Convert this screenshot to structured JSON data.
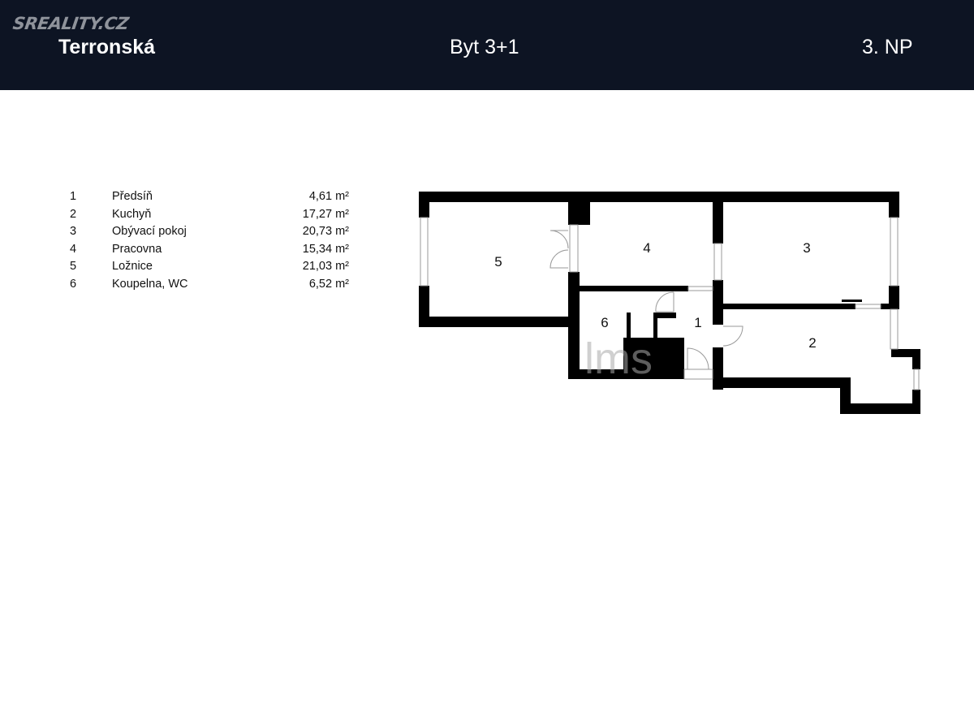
{
  "header": {
    "logo": "SREALITY.CZ",
    "street": "Terronská",
    "unit_type": "Byt 3+1",
    "floor": "3. NP"
  },
  "rooms": [
    {
      "number": "1",
      "name": "Předsíň",
      "area": "4,61 m²"
    },
    {
      "number": "2",
      "name": "Kuchyň",
      "area": "17,27 m²"
    },
    {
      "number": "3",
      "name": "Obývací pokoj",
      "area": "20,73 m²"
    },
    {
      "number": "4",
      "name": "Pracovna",
      "area": "15,34 m²"
    },
    {
      "number": "5",
      "name": "Ložnice",
      "area": "21,03 m²"
    },
    {
      "number": "6",
      "name": "Koupelna, WC",
      "area": "6,52 m²"
    }
  ],
  "plan_labels": {
    "r1": "1",
    "r2": "2",
    "r3": "3",
    "r4": "4",
    "r5": "5",
    "r6": "6"
  },
  "watermark": "lms",
  "colors": {
    "header_bg": "#0d1423",
    "wall": "#000000"
  }
}
